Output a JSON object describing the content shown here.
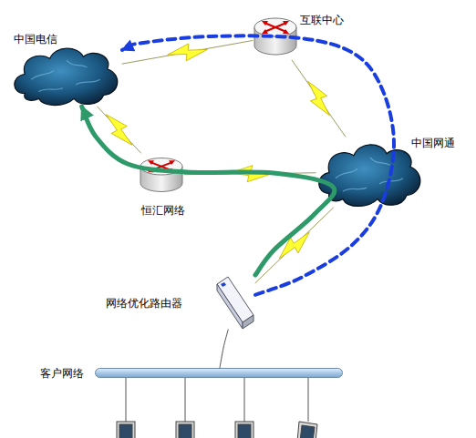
{
  "diagram": {
    "nodes": [
      {
        "text": [
          "中国电信"
        ]
      },
      {
        "text": [
          "互联中心"
        ]
      },
      {
        "text": [
          "中国网通"
        ]
      },
      {
        "text": [
          "恒汇网络"
        ]
      },
      {
        "text": [
          "网络优化路由器"
        ]
      },
      {
        "text": [
          "客户网络"
        ]
      }
    ],
    "edges": [
      {
        "from": 0,
        "to": 1,
        "arrow": "none"
      },
      {
        "from": 1,
        "to": 2,
        "arrow": "none"
      },
      {
        "from": 0,
        "to": 3,
        "arrow": "none"
      },
      {
        "from": 3,
        "to": 2,
        "arrow": "none"
      },
      {
        "from": 2,
        "to": 4,
        "arrow": "none"
      },
      {
        "from": 4,
        "to": 5,
        "arrow": "none"
      },
      {
        "from": 4,
        "to": 0,
        "arrow": "to"
      },
      {
        "from": 4,
        "to": 0,
        "arrow": "to"
      }
    ]
  }
}
